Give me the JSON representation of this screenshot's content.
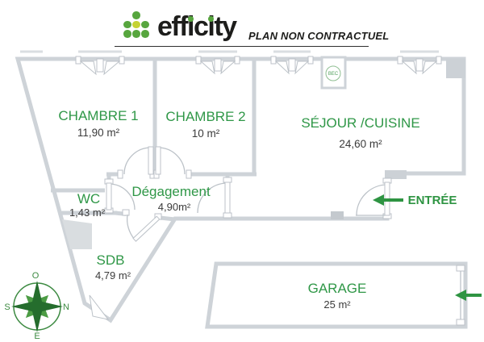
{
  "header": {
    "logo_text": "efficity",
    "tagline": "PLAN NON CONTRACTUEL"
  },
  "rooms": [
    {
      "name": "CHAMBRE 1",
      "area": "11,90 m²"
    },
    {
      "name": "CHAMBRE 2",
      "area": "10 m²"
    },
    {
      "name": "SÉJOUR /CUISINE",
      "area": "24,60 m²"
    },
    {
      "name": "WC",
      "area": "1,43 m²"
    },
    {
      "name": "Dégagement",
      "area": "4,90m²"
    },
    {
      "name": "SDB",
      "area": "4,79 m²"
    },
    {
      "name": "GARAGE",
      "area": "25 m²"
    }
  ],
  "annotations": {
    "entrance_label": "ENTRÉE",
    "vent_label": "BEC"
  },
  "compass": {
    "west": "O",
    "north": "N",
    "east": "E",
    "south": "S"
  },
  "colors": {
    "accent_green": "#2f9747",
    "logo_green": "#57a63e",
    "logo_yellow": "#c5d334",
    "wall_gray": "#ced3d8",
    "text_dark": "#3b3b3b"
  }
}
